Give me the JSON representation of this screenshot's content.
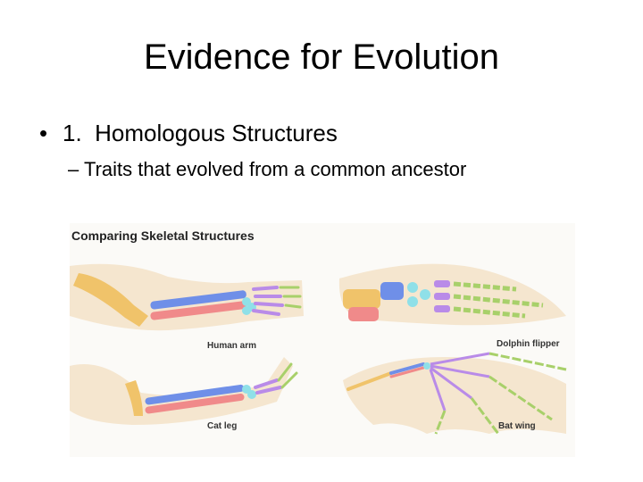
{
  "slide": {
    "title": "Evidence for Evolution",
    "bullet_number": "1.",
    "bullet_text": "Homologous Structures",
    "sub_bullet": "– Traits that evolved from a common ancestor"
  },
  "figure": {
    "caption": "Comparing Skeletal Structures",
    "labels": {
      "human_arm": "Human arm",
      "dolphin_flipper": "Dolphin flipper",
      "cat_leg": "Cat leg",
      "bat_wing": "Bat wing"
    }
  },
  "colors": {
    "humerus": "#f0c36a",
    "radius": "#6f8fe8",
    "ulna": "#f08a8a",
    "carpals": "#8fe0e8",
    "metacarpals": "#b98be8",
    "phalanges": "#a8d06a",
    "skin": "#f5e6cf"
  }
}
